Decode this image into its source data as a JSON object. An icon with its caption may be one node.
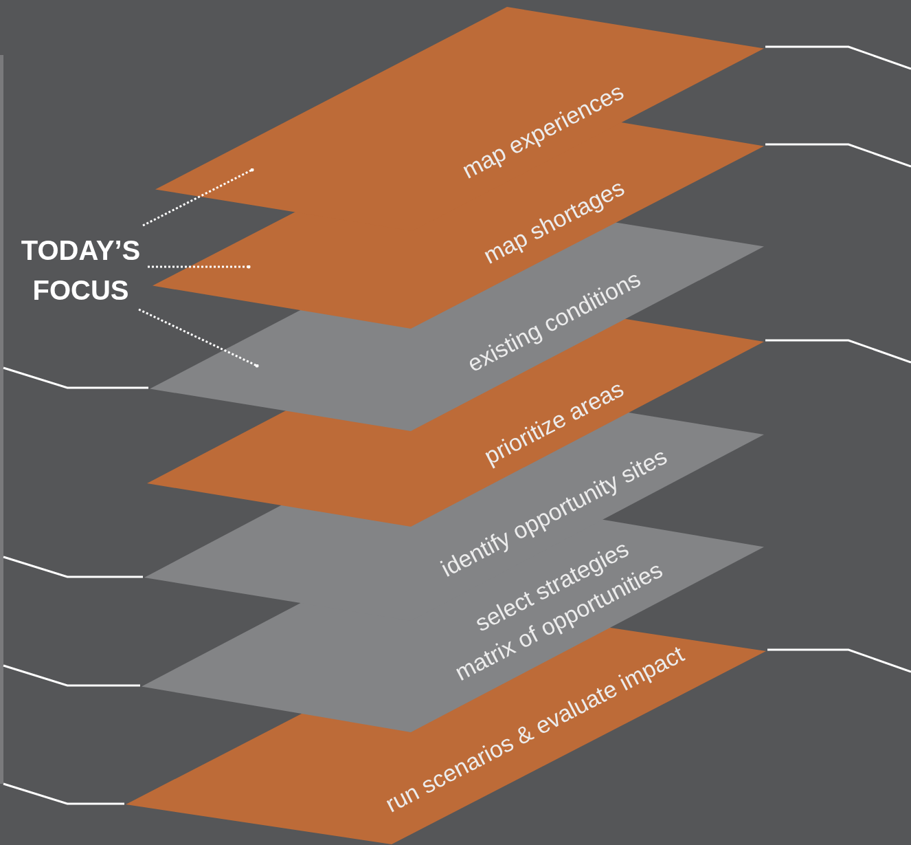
{
  "diagram": {
    "nodes": [
      {
        "text": [
          "TODAY’S FOCUS"
        ]
      },
      {
        "text": [
          "map experiences"
        ]
      },
      {
        "text": [
          "map shortages"
        ]
      },
      {
        "text": [
          "existing conditions"
        ]
      },
      {
        "text": [
          "prioritize areas"
        ]
      },
      {
        "text": [
          "identify opportunity sites"
        ]
      },
      {
        "text": [
          "select strategies",
          "matrix of opportunities"
        ]
      },
      {
        "text": [
          "run scenarios & evaluate impact"
        ]
      }
    ],
    "edges": [
      {
        "from": 0,
        "to": 1,
        "arrow": "other",
        "style": "dashed"
      },
      {
        "from": 0,
        "to": 2,
        "arrow": "other",
        "style": "dashed"
      },
      {
        "from": 0,
        "to": 3,
        "arrow": "other",
        "style": "dashed"
      },
      {
        "from": 1,
        "to": null,
        "arrow": "none"
      },
      {
        "from": 2,
        "to": null,
        "arrow": "none"
      },
      {
        "from": 3,
        "to": null,
        "arrow": "none"
      },
      {
        "from": 4,
        "to": null,
        "arrow": "none"
      },
      {
        "from": 5,
        "to": null,
        "arrow": "none"
      },
      {
        "from": 6,
        "to": null,
        "arrow": "none"
      },
      {
        "from": 7,
        "to": null,
        "arrow": "none"
      },
      {
        "from": 7,
        "to": null,
        "arrow": "none"
      }
    ]
  }
}
